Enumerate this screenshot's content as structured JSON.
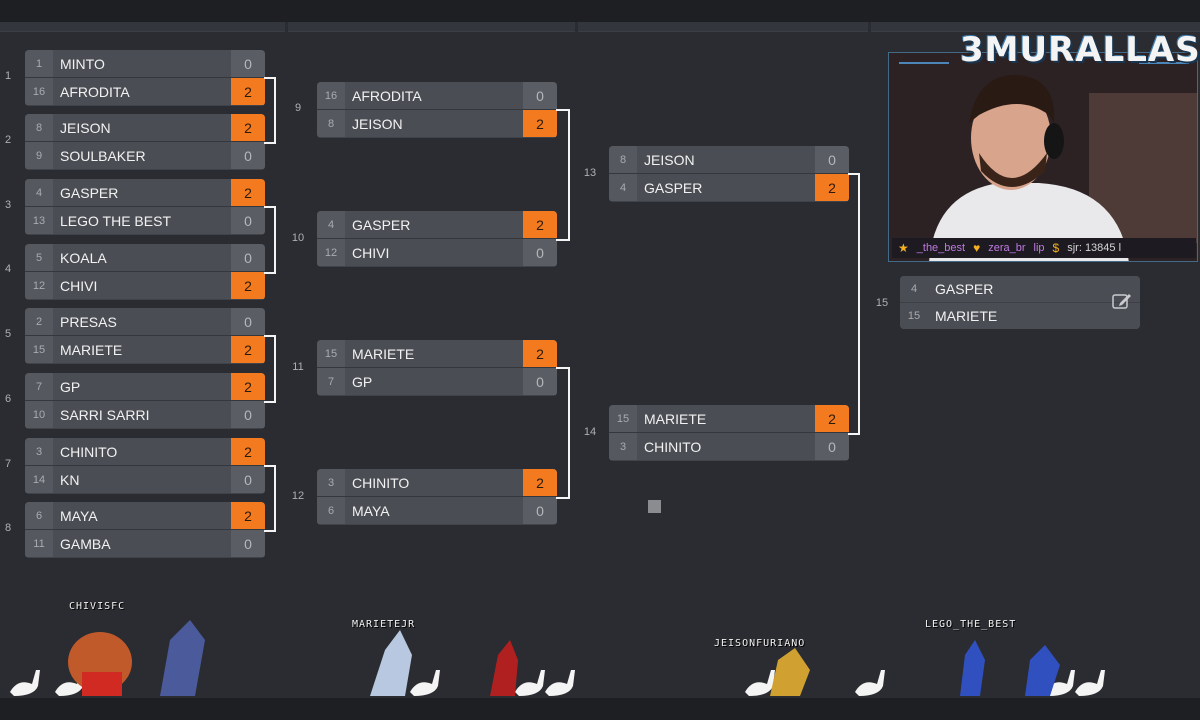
{
  "overlay": {
    "brand": "3MURALLAS"
  },
  "chat": {
    "user1": "_the_best",
    "user2": "zera_br",
    "user3": "lip",
    "viewers": "sjr: 13845 l"
  },
  "round_labels": [
    "1",
    "2",
    "3",
    "4",
    "5",
    "6",
    "7",
    "8",
    "9",
    "10",
    "11",
    "12",
    "13",
    "14",
    "15"
  ],
  "matches": [
    {
      "top": {
        "seed": "1",
        "name": "MINTO",
        "score": "0",
        "win": false
      },
      "bottom": {
        "seed": "16",
        "name": "AFRODITA",
        "score": "2",
        "win": true
      }
    },
    {
      "top": {
        "seed": "8",
        "name": "JEISON",
        "score": "2",
        "win": true
      },
      "bottom": {
        "seed": "9",
        "name": "SOULBAKER",
        "score": "0",
        "win": false
      }
    },
    {
      "top": {
        "seed": "4",
        "name": "GASPER",
        "score": "2",
        "win": true
      },
      "bottom": {
        "seed": "13",
        "name": "LEGO THE BEST",
        "score": "0",
        "win": false
      }
    },
    {
      "top": {
        "seed": "5",
        "name": "KOALA",
        "score": "0",
        "win": false
      },
      "bottom": {
        "seed": "12",
        "name": "CHIVI",
        "score": "2",
        "win": true
      }
    },
    {
      "top": {
        "seed": "2",
        "name": "PRESAS",
        "score": "0",
        "win": false
      },
      "bottom": {
        "seed": "15",
        "name": "MARIETE",
        "score": "2",
        "win": true
      }
    },
    {
      "top": {
        "seed": "7",
        "name": "GP",
        "score": "2",
        "win": true
      },
      "bottom": {
        "seed": "10",
        "name": "SARRI SARRI",
        "score": "0",
        "win": false
      }
    },
    {
      "top": {
        "seed": "3",
        "name": "CHINITO",
        "score": "2",
        "win": true
      },
      "bottom": {
        "seed": "14",
        "name": "KN",
        "score": "0",
        "win": false
      }
    },
    {
      "top": {
        "seed": "6",
        "name": "MAYA",
        "score": "2",
        "win": true
      },
      "bottom": {
        "seed": "11",
        "name": "GAMBA",
        "score": "0",
        "win": false
      }
    },
    {
      "top": {
        "seed": "16",
        "name": "AFRODITA",
        "score": "0",
        "win": false
      },
      "bottom": {
        "seed": "8",
        "name": "JEISON",
        "score": "2",
        "win": true
      }
    },
    {
      "top": {
        "seed": "4",
        "name": "GASPER",
        "score": "2",
        "win": true
      },
      "bottom": {
        "seed": "12",
        "name": "CHIVI",
        "score": "0",
        "win": false
      }
    },
    {
      "top": {
        "seed": "15",
        "name": "MARIETE",
        "score": "2",
        "win": true
      },
      "bottom": {
        "seed": "7",
        "name": "GP",
        "score": "0",
        "win": false
      }
    },
    {
      "top": {
        "seed": "3",
        "name": "CHINITO",
        "score": "2",
        "win": true
      },
      "bottom": {
        "seed": "6",
        "name": "MAYA",
        "score": "0",
        "win": false
      }
    },
    {
      "top": {
        "seed": "8",
        "name": "JEISON",
        "score": "0",
        "win": false
      },
      "bottom": {
        "seed": "4",
        "name": "GASPER",
        "score": "2",
        "win": true
      }
    },
    {
      "top": {
        "seed": "15",
        "name": "MARIETE",
        "score": "2",
        "win": true
      },
      "bottom": {
        "seed": "3",
        "name": "CHINITO",
        "score": "0",
        "win": false
      }
    }
  ],
  "final": {
    "top": {
      "seed": "4",
      "name": "GASPER"
    },
    "bottom": {
      "seed": "15",
      "name": "MARIETE"
    }
  },
  "fighters": [
    "CHIVISFC",
    "MARIETEJR",
    "JEISONFURIANO",
    "LEGO_THE_BEST"
  ],
  "colors": {
    "win": "#f47a1f",
    "line": "#f4f4f4",
    "bg": "#2a2c31"
  },
  "icons": [
    "edit-icon",
    "star-icon",
    "heart-icon",
    "coin-icon"
  ]
}
